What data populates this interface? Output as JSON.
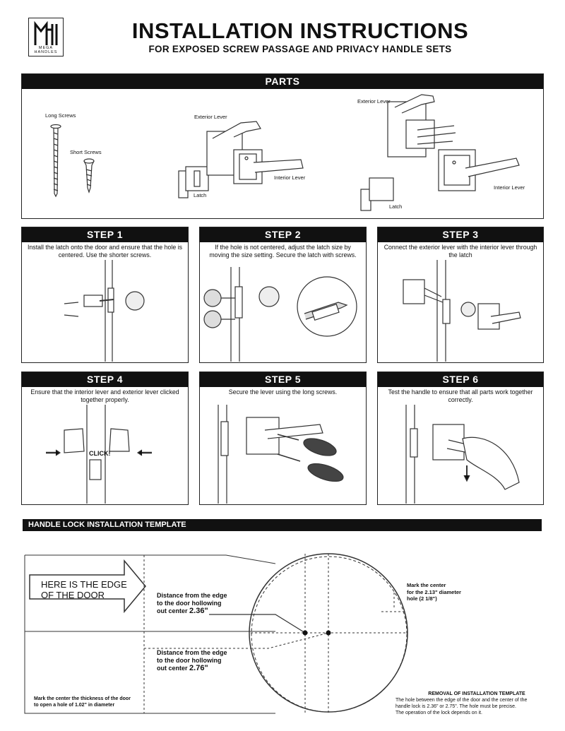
{
  "brand": {
    "logo_text": "MEGA HANDLES"
  },
  "header": {
    "title": "INSTALLATION INSTRUCTIONS",
    "subtitle": "FOR EXPOSED SCREW PASSAGE AND PRIVACY HANDLE SETS"
  },
  "parts": {
    "heading": "PARTS",
    "labels": {
      "long_screws": "Long Screws",
      "short_screws": "Short Screws",
      "exterior_lever_1": "Exterior Lever",
      "interior_lever_1": "Interior Lever",
      "latch_1": "Latch",
      "exterior_lever_2": "Exterior Lever",
      "interior_lever_2": "Interior Lever",
      "latch_2": "Latch"
    }
  },
  "steps": [
    {
      "title": "STEP 1",
      "desc": "Install the latch onto the door and ensure that the hole is centered. Use the shorter screws."
    },
    {
      "title": "STEP 2",
      "desc": "If the hole is not centered, adjust the latch size by moving the size setting. Secure the latch with screws."
    },
    {
      "title": "STEP 3",
      "desc": "Connect the exterior lever with the interior lever through the latch"
    },
    {
      "title": "STEP 4",
      "desc": "Ensure that the interior lever and exterior lever clicked together properly.",
      "callout": "CLICK!"
    },
    {
      "title": "STEP 5",
      "desc": "Secure the lever using the long screws."
    },
    {
      "title": "STEP 6",
      "desc": "Test the handle to ensure that all parts work together correctly."
    }
  ],
  "template": {
    "heading": "HANDLE LOCK INSTALLATION TEMPLATE",
    "edge_line1": "HERE IS THE EDGE",
    "edge_line2": "OF THE DOOR",
    "dist1_l1": "Distance from the edge",
    "dist1_l2": "to the door hollowing",
    "dist1_l3": "out center",
    "dist1_value": "2.36\"",
    "dist2_l1": "Distance from the edge",
    "dist2_l2": "to the door hollowing",
    "dist2_l3": "out center",
    "dist2_value": "2.76\"",
    "mark_l1": "Mark the center",
    "mark_l2": "for the 2.13\" diameter",
    "mark_l3": "hole (2 1/8\")",
    "thickness_l1": "Mark the center the thickness of the door",
    "thickness_l2": "to open a hole of 1.02\" in diameter",
    "removal_title": "REMOVAL OF INSTALLATION TEMPLATE",
    "removal_l1": "The hole between the edge of the door and the center of the",
    "removal_l2": "handle lock is 2.36\" or 2.75\". The hole must be precise.",
    "removal_l3": "The operation of the lock depends on it."
  }
}
